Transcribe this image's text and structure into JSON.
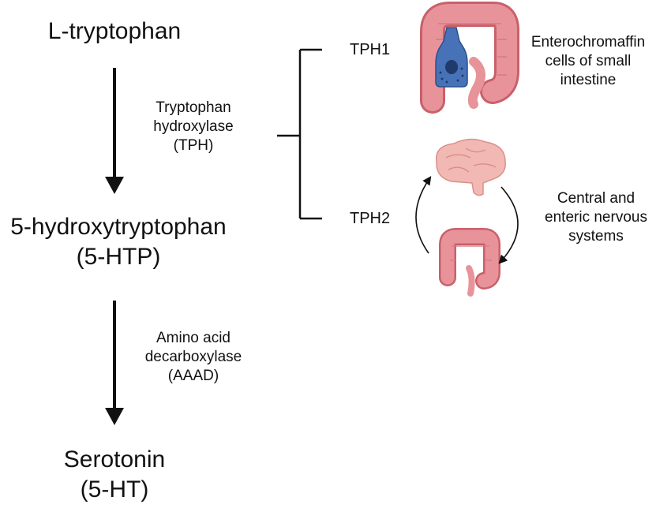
{
  "pathway": {
    "substrate": "L-tryptophan",
    "intermediate_line1": "5-hydroxytryptophan",
    "intermediate_line2": "(5-HTP)",
    "product_line1": "Serotonin",
    "product_line2": "(5-HT)"
  },
  "enzymes": {
    "step1": [
      "Tryptophan",
      "hydroxylase",
      "(TPH)"
    ],
    "step2": [
      "Amino acid",
      "decarboxylase",
      "(AAAD)"
    ]
  },
  "isoforms": {
    "tph1": "TPH1",
    "tph2": "TPH2"
  },
  "tissues": {
    "tph1": [
      "Enterochromaffin",
      "cells of small",
      "intestine"
    ],
    "tph2": [
      "Central and",
      "enteric nervous",
      "systems"
    ]
  },
  "icons": {
    "intestine_with_cell": "intestine-enterochromaffin-icon",
    "brain": "brain-icon",
    "intestine_small": "intestine-icon",
    "cycle_arrows": "gut-brain-cycle-arrows"
  },
  "colors": {
    "intestine": "#e8939a",
    "intestine_dark": "#c9606a",
    "brain": "#f2b9b4",
    "cell": "#3f6eb2",
    "arrow": "#111111"
  }
}
